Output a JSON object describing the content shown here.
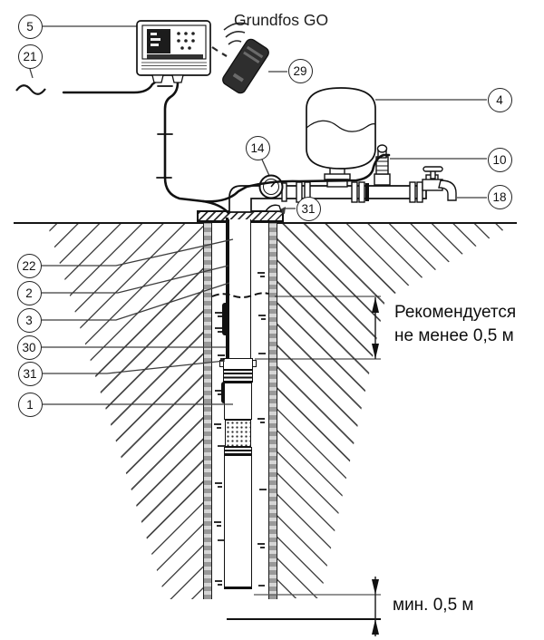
{
  "title": "Borehole pump installation diagram",
  "labels": {
    "brand_app": "Grundfos GO",
    "recommended_line1": "Рекомендуется",
    "recommended_line2": "не менее 0,5 м",
    "min_bottom": "мин. 0,5 м"
  },
  "callouts": {
    "c5": "5",
    "c21": "21",
    "c29": "29",
    "c4": "4",
    "c14": "14",
    "c10": "10",
    "c18": "18",
    "c31_top": "31",
    "c22": "22",
    "c2": "2",
    "c3": "3",
    "c30": "30",
    "c31": "31",
    "c1": "1"
  },
  "colors": {
    "line": "#151515",
    "leader": "#3c3c3c",
    "hatch": "#4a4a4a",
    "device_body": "#2e2e2e"
  },
  "icons": [
    "wifi-signal-icon",
    "ac-supply-icon",
    "pressure-gauge-icon",
    "tap-icon",
    "dimension-arrow-icon"
  ]
}
